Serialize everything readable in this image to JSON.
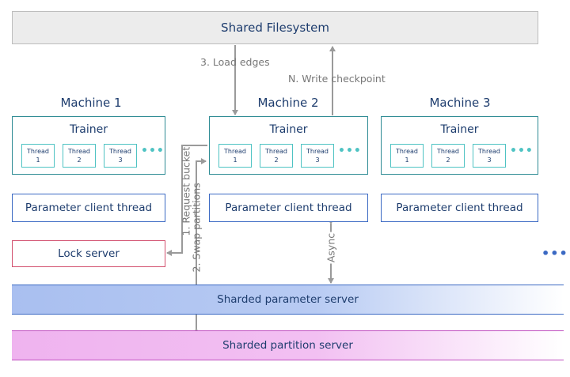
{
  "filesystem": {
    "label": "Shared Filesystem"
  },
  "machines": [
    {
      "name": "Machine 1",
      "trainer": "Trainer",
      "threads": [
        [
          "Thread",
          "1"
        ],
        [
          "Thread",
          "2"
        ],
        [
          "Thread",
          "3"
        ]
      ],
      "param_client": "Parameter client thread"
    },
    {
      "name": "Machine 2",
      "trainer": "Trainer",
      "threads": [
        [
          "Thread",
          "1"
        ],
        [
          "Thread",
          "2"
        ],
        [
          "Thread",
          "3"
        ]
      ],
      "param_client": "Parameter client thread"
    },
    {
      "name": "Machine 3",
      "trainer": "Trainer",
      "threads": [
        [
          "Thread",
          "1"
        ],
        [
          "Thread",
          "2"
        ],
        [
          "Thread",
          "3"
        ]
      ],
      "param_client": "Parameter client thread"
    }
  ],
  "thread_ellipsis": "•••",
  "more_ellipsis": "•••",
  "lock_server": "Lock server",
  "sharded_parameter_server": "Sharded parameter server",
  "sharded_partition_server": "Sharded partition server",
  "edges": {
    "load_edges": "3. Load edges",
    "write_checkpoint": "N. Write checkpoint",
    "request_bucket": "1. Request bucket",
    "swap_partitions": "2. Swap partitions",
    "async": "Async"
  },
  "colors": {
    "trainer_border": "#2e8b94",
    "thread_border": "#4fc3c3",
    "param_client_border": "#3b69c3",
    "lock_border": "#d2506e",
    "param_server_fill": "#a9bff0",
    "partition_server_fill": "#efb3ef",
    "arrow": "#9a9a9a"
  }
}
